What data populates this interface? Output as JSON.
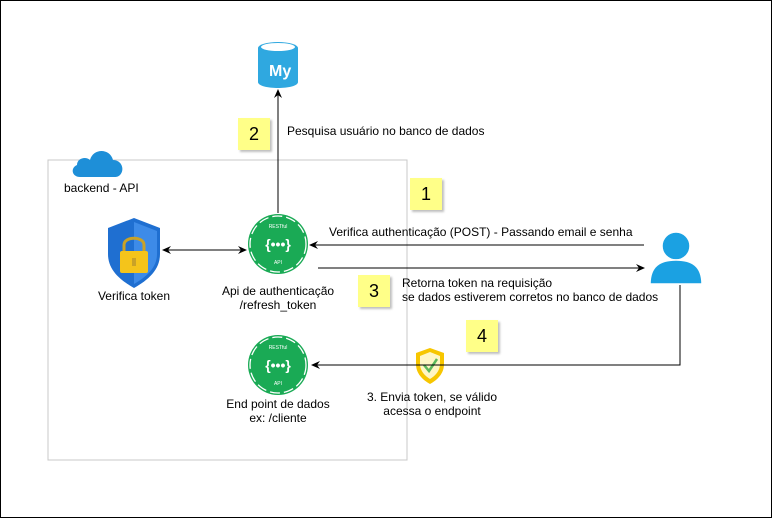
{
  "container": {
    "label": "backend - API"
  },
  "nodes": {
    "db": {
      "label": ""
    },
    "verifica_token": {
      "label": "Verifica token"
    },
    "auth_api": {
      "label_line1": "Api de authenticação",
      "label_line2": "/refresh_token"
    },
    "endpoint_api": {
      "label_line1": "End point de dados",
      "label_line2": "ex: /cliente"
    },
    "api_icon": {
      "top_text": "RESTful",
      "bottom_text": "API",
      "center_text": "{•••}"
    },
    "db_icon_text": "My"
  },
  "steps": [
    {
      "number": "1",
      "text": "Verifica authenticação (POST) - Passando email e senha"
    },
    {
      "number": "2",
      "text": "Pesquisa usuário no banco de dados"
    },
    {
      "number": "3",
      "text_line1": "Retorna token na requisição",
      "text_line2": "se dados estiverem corretos no banco de dados"
    },
    {
      "number": "4",
      "text_line1": "3. Envia token, se válido",
      "text_line2": "acessa o endpoint"
    }
  ],
  "colors": {
    "edge": "#990000",
    "api_green": "#1aaa55",
    "db_blue": "#2fa8e0",
    "user_blue": "#1ba1e2",
    "cloud_blue": "#1e8fd8",
    "shield_blue": "#1f6fd1",
    "lock_yellow": "#f4c41b",
    "badge_yellow": "#ffff88"
  }
}
